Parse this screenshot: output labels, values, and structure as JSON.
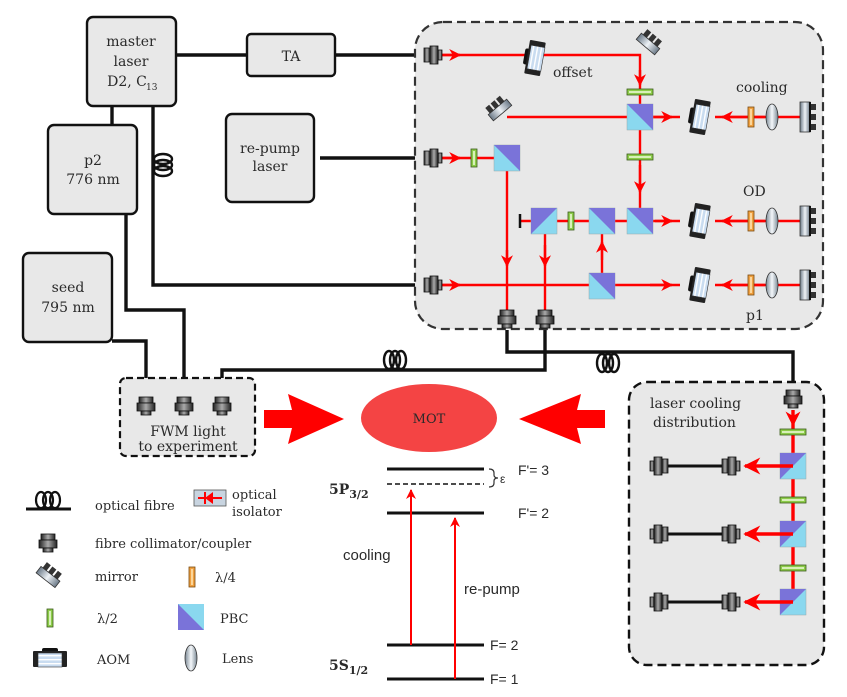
{
  "boxes": {
    "master_laser": {
      "lines": [
        "master",
        "laser",
        "D2, C"
      ],
      "subscript": "13"
    },
    "ta": {
      "label": "TA"
    },
    "repump_laser": {
      "lines": [
        "re-pump",
        "laser"
      ]
    },
    "p2": {
      "lines": [
        "p2",
        "776 nm"
      ]
    },
    "seed": {
      "lines": [
        "seed",
        "795 nm"
      ]
    },
    "fwm": {
      "lines": [
        "FWM light",
        "to experiment"
      ]
    },
    "laser_cooling_distribution": {
      "lines": [
        "laser cooling",
        "distribution"
      ]
    },
    "mot": {
      "label": "MOT"
    }
  },
  "optics_labels": {
    "offset": "offset",
    "cooling": "cooling",
    "od": "OD",
    "p1": "p1"
  },
  "legend": {
    "items": [
      {
        "icon": "optical-fibre-icon",
        "label": "optical fibre"
      },
      {
        "icon": "optical-isolator-icon",
        "label_lines": [
          "optical",
          "isolator"
        ]
      },
      {
        "icon": "fibre-collimator-icon",
        "label": "fibre collimator/coupler"
      },
      {
        "icon": "mirror-icon",
        "label": "mirror"
      },
      {
        "icon": "quarter-wave-plate-icon",
        "label": "λ/4"
      },
      {
        "icon": "half-wave-plate-icon",
        "label": "λ/2"
      },
      {
        "icon": "pbc-icon",
        "label": "PBC"
      },
      {
        "icon": "aom-icon",
        "label": "AOM"
      },
      {
        "icon": "lens-icon",
        "label": "Lens"
      }
    ]
  },
  "energy_levels": {
    "excited_state": {
      "main": "5P",
      "sub": "3/2"
    },
    "ground_state": {
      "main": "5S",
      "sub": "1/2"
    },
    "levels": [
      "F'= 3",
      "F'= 2",
      "F= 2",
      "F= 1"
    ],
    "detuning_symbol": "ε",
    "transitions": [
      "cooling",
      "re-pump"
    ]
  },
  "colors": {
    "beam": "#ff0000",
    "mot": "#f44444",
    "box_fill": "#e8e8e8",
    "pbc_dark": "#7a73d9",
    "pbc_light": "#8ad8ef",
    "half_wave": "#8ccc4a",
    "quarter_wave": "#f0a040"
  }
}
